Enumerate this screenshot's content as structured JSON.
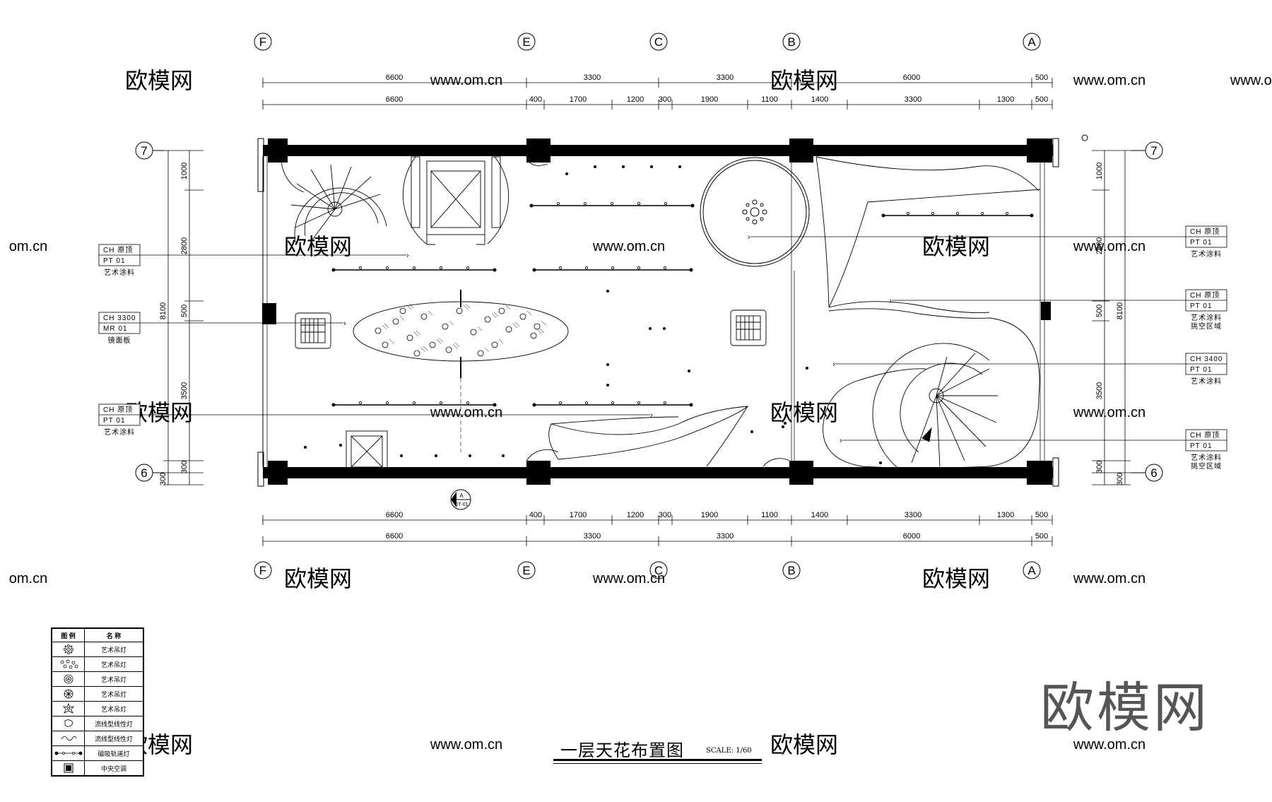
{
  "drawing": {
    "title": "一层天花布置图",
    "scale": "SCALE: 1/60"
  },
  "grid_axes": {
    "top": [
      "F",
      "E",
      "C",
      "B",
      "A"
    ],
    "bottom": [
      "F",
      "E",
      "C",
      "B",
      "A"
    ],
    "left": [
      "7",
      "6"
    ],
    "right": [
      "7",
      "6"
    ]
  },
  "dimensions": {
    "top_outer": [
      "6600",
      "3300",
      "3300",
      "6000",
      "500"
    ],
    "top_inner": [
      "6600",
      "400",
      "1700",
      "1200",
      "300",
      "1900",
      "1100",
      "1400",
      "3300",
      "1300",
      "500"
    ],
    "bottom_inner": [
      "6600",
      "400",
      "1700",
      "1200",
      "300",
      "1900",
      "1100",
      "1400",
      "3300",
      "1300",
      "500"
    ],
    "bottom_outer": [
      "6600",
      "3300",
      "3300",
      "6000",
      "500"
    ],
    "left_inner": [
      "1000",
      "2800",
      "500",
      "3500",
      "300"
    ],
    "left_outer": [
      "8100",
      "300"
    ],
    "right_inner": [
      "1000",
      "2800",
      "500",
      "3500",
      "300"
    ],
    "right_outer": [
      "8100",
      "300"
    ]
  },
  "tags_left": [
    {
      "line1": "CH  原顶",
      "line2": "PT  01",
      "note": "艺术涂料",
      "note2": ""
    },
    {
      "line1": "CH  3300",
      "line2": "MR  01",
      "note": "镜面板",
      "note2": ""
    },
    {
      "line1": "CH  原顶",
      "line2": "PT  01",
      "note": "艺术涂料",
      "note2": ""
    }
  ],
  "tags_right": [
    {
      "line1": "CH  原顶",
      "line2": "PT  01",
      "note": "艺术涂料",
      "note2": ""
    },
    {
      "line1": "CH  原顶",
      "line2": "PT  01",
      "note": "艺术涂料",
      "note2": "挑空区域"
    },
    {
      "line1": "CH  3400",
      "line2": "PT  01",
      "note": "艺术涂料",
      "note2": ""
    },
    {
      "line1": "CH  原顶",
      "line2": "PT  01",
      "note": "艺术涂料",
      "note2": "挑空区域"
    }
  ],
  "section_marker": {
    "letter": "A",
    "code": "DT-01"
  },
  "legend": {
    "header_symbol": "图 例",
    "header_name": "名  称",
    "rows": [
      {
        "icon": "chandelier-cluster-icon",
        "name": "艺术吊灯"
      },
      {
        "icon": "chandelier-dots-icon",
        "name": "艺术吊灯"
      },
      {
        "icon": "chandelier-ring-icon",
        "name": "艺术吊灯"
      },
      {
        "icon": "chandelier-wheel-icon",
        "name": "艺术吊灯"
      },
      {
        "icon": "chandelier-star-icon",
        "name": "艺术吊灯"
      },
      {
        "icon": "curve-light-icon",
        "name": "流线型线性灯"
      },
      {
        "icon": "wave-light-icon",
        "name": "流线型线性灯"
      },
      {
        "icon": "track-light-icon",
        "name": "磁吸轨道灯"
      },
      {
        "icon": "ac-unit-icon",
        "name": "中央空调"
      }
    ]
  },
  "watermarks": {
    "brand": "欧模网",
    "url": "www.om.cn",
    "url_partial": "om.cn"
  },
  "colors": {
    "line": "#000000",
    "watermark": "#e6e6e6",
    "brand": "#555555"
  }
}
